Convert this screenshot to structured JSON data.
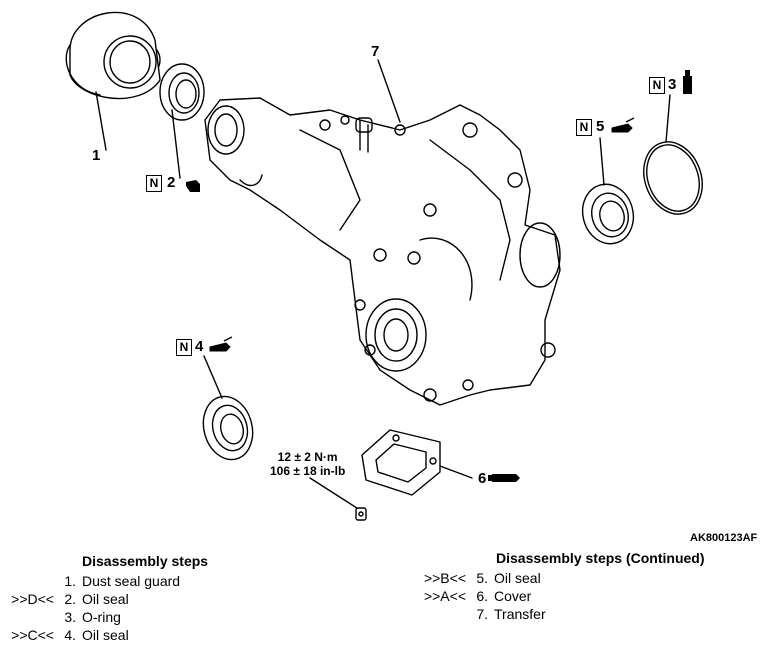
{
  "callouts": {
    "part_1": "1",
    "part_2": "2",
    "part_3": "3",
    "part_4": "4",
    "part_5": "5",
    "part_6": "6",
    "part_7": "7",
    "new_part_symbol": "N"
  },
  "torque": {
    "metric": "12 ± 2 N·m",
    "imperial": "106 ± 18 in-lb"
  },
  "figure_id": "AK800123AF",
  "steps_left": {
    "title": "Disassembly steps",
    "items": [
      {
        "mark": "",
        "num": "1.",
        "text": "Dust seal guard"
      },
      {
        "mark": ">>D<<",
        "num": "2.",
        "text": "Oil seal"
      },
      {
        "mark": "",
        "num": "3.",
        "text": "O-ring"
      },
      {
        "mark": ">>C<<",
        "num": "4.",
        "text": "Oil seal"
      }
    ]
  },
  "steps_right": {
    "title": "Disassembly steps (Continued)",
    "items": [
      {
        "mark": ">>B<<",
        "num": "5.",
        "text": "Oil seal"
      },
      {
        "mark": ">>A<<",
        "num": "6.",
        "text": "Cover"
      },
      {
        "mark": "",
        "num": "7.",
        "text": "Transfer"
      }
    ]
  }
}
